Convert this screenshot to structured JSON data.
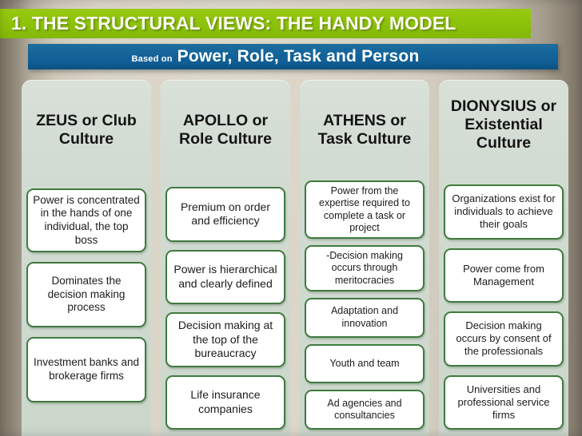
{
  "slide": {
    "title": "1. THE STRUCTURAL VIEWS: THE HANDY MODEL",
    "subtitle_prefix": "Based on",
    "subtitle_main": "Power, Role, Task and Person",
    "colors": {
      "title_bar": "#8cc20a",
      "subtitle_bar": "#14649a",
      "panel": "#d1dbd1",
      "box_border": "#3f7a3f",
      "box_fill": "#ffffff",
      "background": "#ded9cb"
    }
  },
  "columns": [
    {
      "header": "ZEUS or Club Culture",
      "header_lines": 2,
      "boxes": [
        "Power is concentrated in the hands of one individual, the top boss",
        "Dominates the decision making process",
        "Investment banks and brokerage firms"
      ]
    },
    {
      "header": "APOLLO or Role Culture",
      "header_lines": 2,
      "boxes": [
        "Premium on order and efficiency",
        "Power is hierarchical and clearly defined",
        "Decision making at the top of the bureaucracy",
        "Life insurance companies"
      ]
    },
    {
      "header": "ATHENS or Task Culture",
      "header_lines": 2,
      "boxes": [
        "Power from the expertise required to complete a task or project",
        "-Decision making occurs through meritocracies",
        "Adaptation and innovation",
        "Youth and team",
        "Ad agencies and consultancies"
      ]
    },
    {
      "header": "DIONYSIUS or Existential Culture",
      "header_lines": 3,
      "boxes": [
        "Organizations exist for individuals to achieve their goals",
        "Power come from Management",
        "Decision making occurs by consent of the professionals",
        "Universities and professional service firms"
      ]
    }
  ]
}
